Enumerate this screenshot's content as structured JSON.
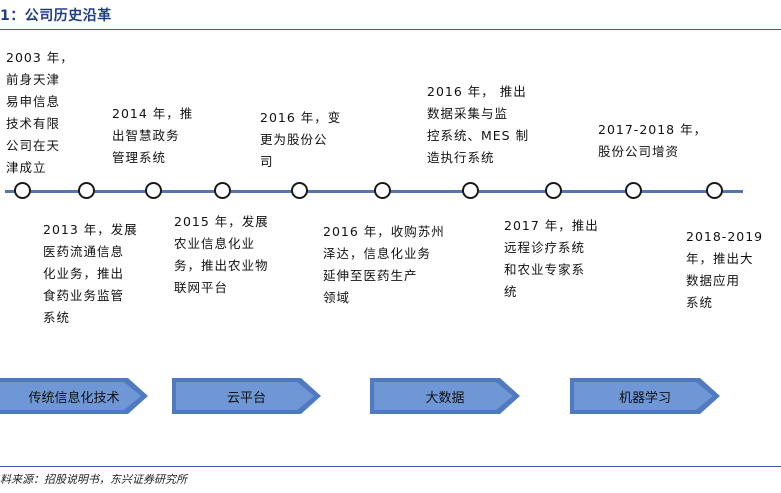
{
  "header": {
    "title": "1：公司历史沿革"
  },
  "footer": {
    "source": "料来源：招股说明书，东兴证券研究所"
  },
  "events_top": [
    {
      "text": "2003 年，\n前身天津\n易申信息\n技术有限\n公司在天\n津成立"
    },
    {
      "text": "2014 年，推\n出智慧政务\n管理系统"
    },
    {
      "text": "2016 年，变\n更为股份公\n司"
    },
    {
      "text": "2016 年， 推出\n数据采集与监\n控系统、MES 制\n造执行系统"
    },
    {
      "text": "2017-2018 年，\n股份公司增资"
    }
  ],
  "events_bottom": [
    {
      "text": "2013 年，发展\n医药流通信息\n化业务，推出\n食药业务监管\n系统"
    },
    {
      "text": "2015 年，发展\n农业信息化业\n务，推出农业物\n联网平台"
    },
    {
      "text": "2016 年，收购苏州\n泽达，信息化业务\n延伸至医药生产\n领域"
    },
    {
      "text": "2017 年，推出\n远程诊疗系统\n和农业专家系\n统"
    },
    {
      "text": "2018-2019\n年，推出大\n数据应用\n系统"
    }
  ],
  "phases": [
    {
      "label": "传统信息化技术"
    },
    {
      "label": "云平台"
    },
    {
      "label": "大数据"
    },
    {
      "label": "机器学习"
    }
  ],
  "colors": {
    "accent": "#1f3f82",
    "arrow_fill": "#4f7ac0",
    "timeline": "#5574b2"
  }
}
